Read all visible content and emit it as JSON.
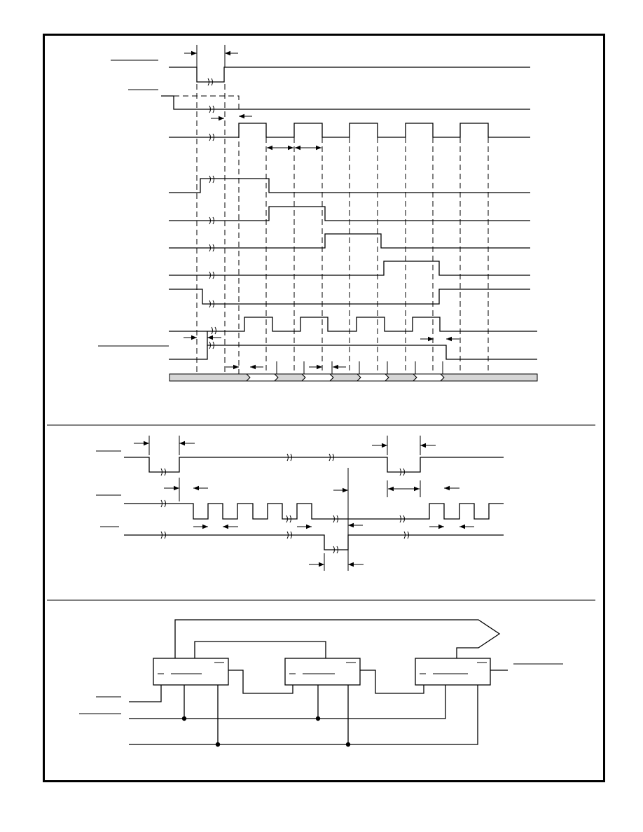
{
  "figure": {
    "panels": [
      "timing-diagram-top",
      "timing-diagram-middle",
      "cascade-block-diagram"
    ]
  }
}
